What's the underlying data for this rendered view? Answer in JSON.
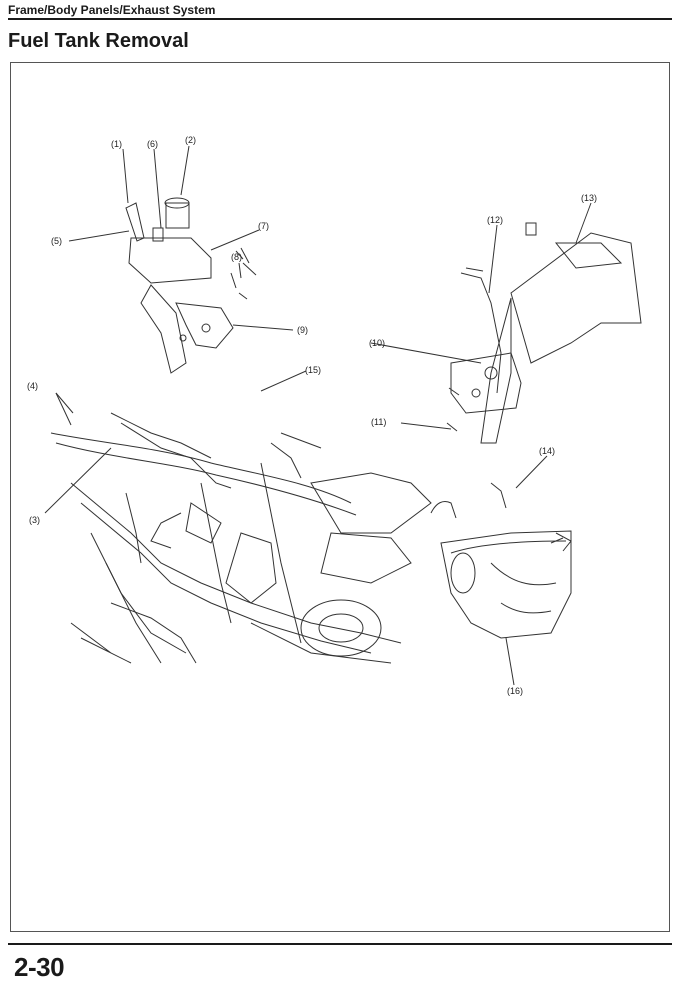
{
  "header": {
    "section_title": "Frame/Body Panels/Exhaust System",
    "page_heading": "Fuel Tank Removal"
  },
  "figure": {
    "callouts": [
      "(1)",
      "(2)",
      "(3)",
      "(4)",
      "(5)",
      "(6)",
      "(7)",
      "(8)",
      "(9)",
      "(10)",
      "(11)",
      "(12)",
      "(13)",
      "(14)",
      "(15)",
      "(16)"
    ],
    "line_color": "#333333"
  },
  "footer": {
    "page_number": "2-30"
  }
}
